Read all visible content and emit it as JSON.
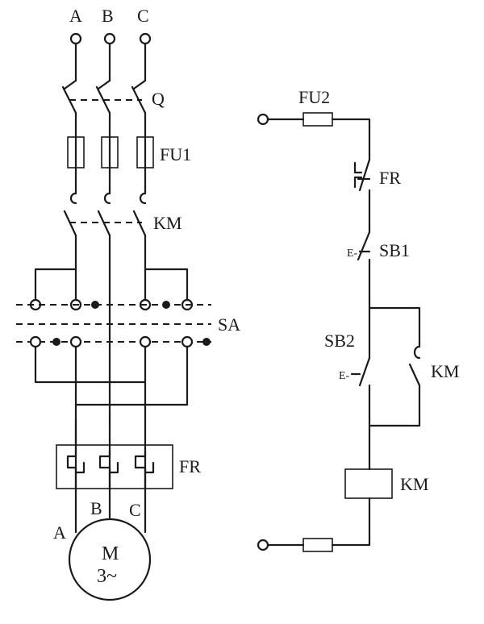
{
  "labels": {
    "phase_a": "A",
    "phase_b": "B",
    "phase_c": "C",
    "breaker": "Q",
    "fuse_main": "FU1",
    "contactor_main": "KM",
    "selector_switch": "SA",
    "thermal_relay_main": "FR",
    "motor_a": "A",
    "motor_b": "B",
    "motor_c": "C",
    "motor_m": "M",
    "motor_type": "3~",
    "fuse_ctrl": "FU2",
    "thermal_contact": "FR",
    "stop_button": "SB1",
    "start_button": "SB2",
    "aux_contact": "KM",
    "coil": "KM"
  }
}
